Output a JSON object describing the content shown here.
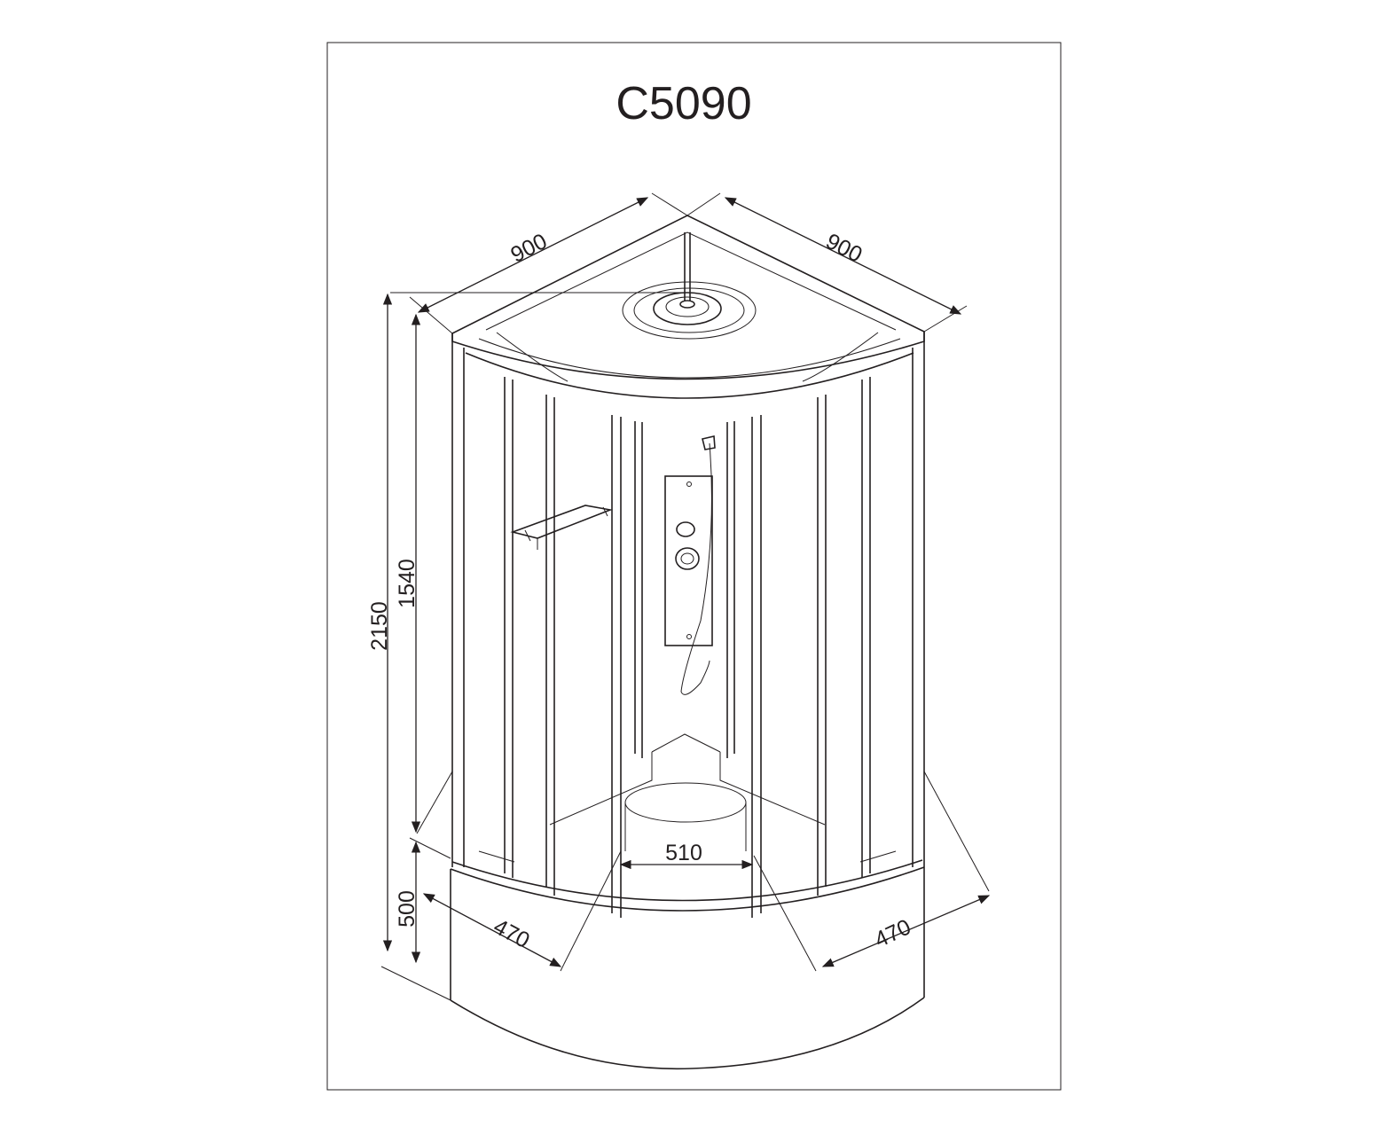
{
  "title": "C5090",
  "dimensions": {
    "width_left": "900",
    "width_right": "900",
    "total_height": "2150",
    "glass_height": "1540",
    "tray_height": "500",
    "tray_depth_left": "470",
    "tray_depth_right": "470",
    "door_opening": "510"
  }
}
